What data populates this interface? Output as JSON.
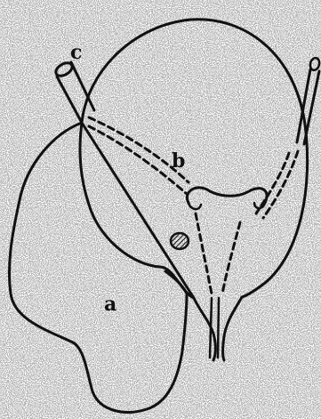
{
  "figure": {
    "labels": {
      "a": "a",
      "b": "b",
      "c": "c"
    },
    "colors": {
      "background": "#ffffff",
      "ink": "#111111",
      "speckle": "#7a7a7a"
    }
  }
}
